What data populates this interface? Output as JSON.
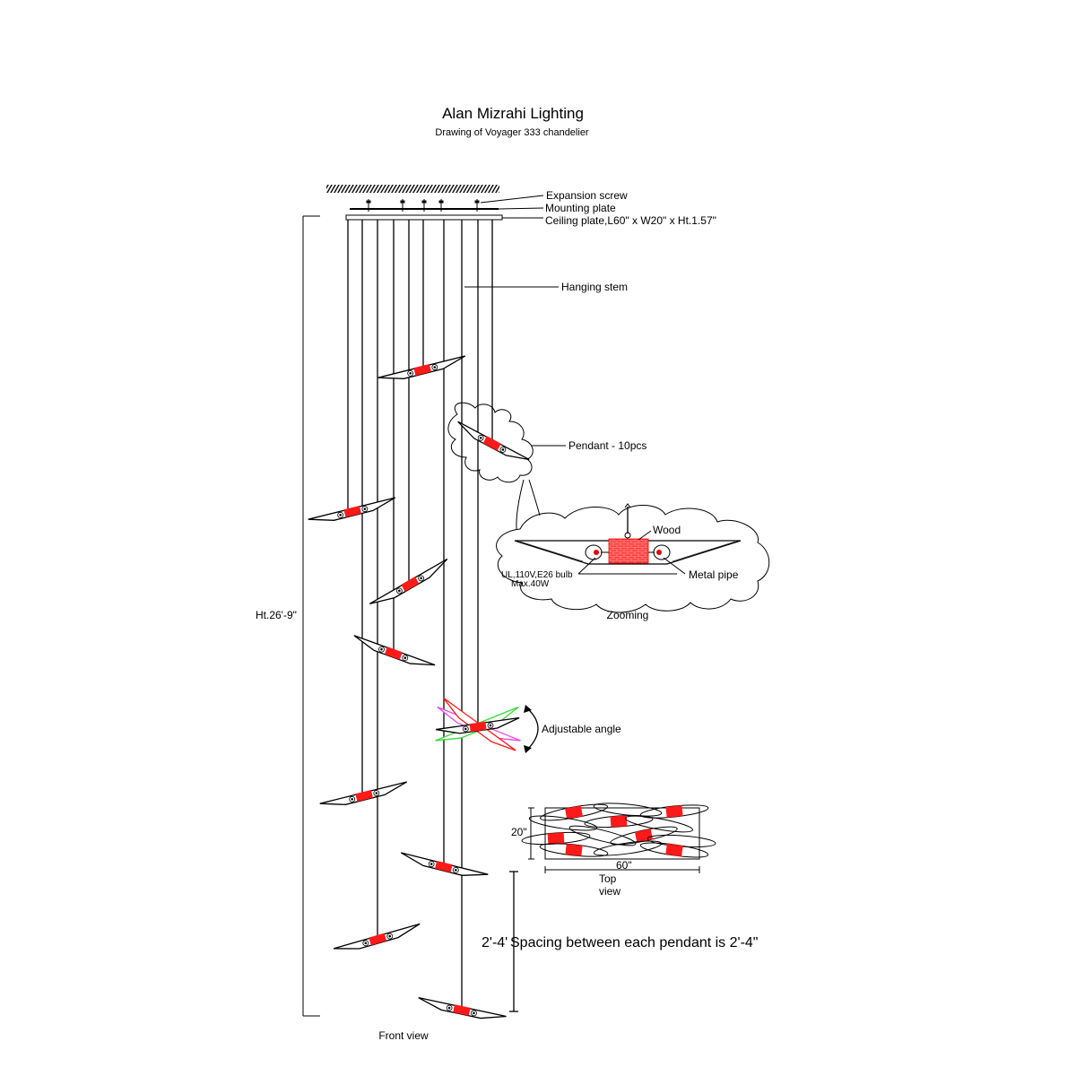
{
  "header": {
    "title": "Alan Mizrahi Lighting",
    "subtitle": "Drawing of Voyager 333 chandelier"
  },
  "labels": {
    "expansion_screw": "Expansion screw",
    "mounting_plate": "Mounting plate",
    "ceiling_plate": "Ceiling plate,L60\" x W20\" x Ht.1.57\"",
    "hanging_stem": "Hanging stem",
    "pendant": "Pendant - 10pcs",
    "height": "Ht.26'-9\"",
    "adjustable_angle": "Adjustable angle",
    "front_view": "Front view"
  },
  "zoom": {
    "wood": "Wood",
    "bulb_line1": "UL,110V,E26 bulb",
    "bulb_line2": "Max.40W",
    "metal_pipe": "Metal pipe",
    "caption": "Zooming"
  },
  "top_view": {
    "width_label": "20\"",
    "length_label": "60\"",
    "caption_line1": "Top",
    "caption_line2": "view"
  },
  "spacing": {
    "value": "2'-4'",
    "note": "Spacing between each pendant is 2'-4\""
  },
  "colors": {
    "accent_red": "#ff1a1a",
    "angle_green": "#33dd33",
    "angle_magenta": "#ee44ee",
    "line": "#000000"
  }
}
